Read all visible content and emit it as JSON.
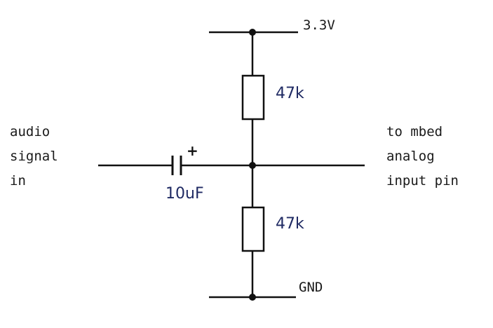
{
  "labels": {
    "supply": "3.3V",
    "ground": "GND",
    "input": [
      "audio",
      "signal",
      "in"
    ],
    "output": [
      "to mbed",
      "analog",
      "input pin"
    ]
  },
  "components": {
    "resistor_top": "47k",
    "resistor_bottom": "47k",
    "capacitor": "10uF",
    "capacitor_polarity": "+"
  },
  "colors": {
    "wire": "#111111",
    "component_label": "#1f2a63",
    "text": "#1a1a1a"
  }
}
